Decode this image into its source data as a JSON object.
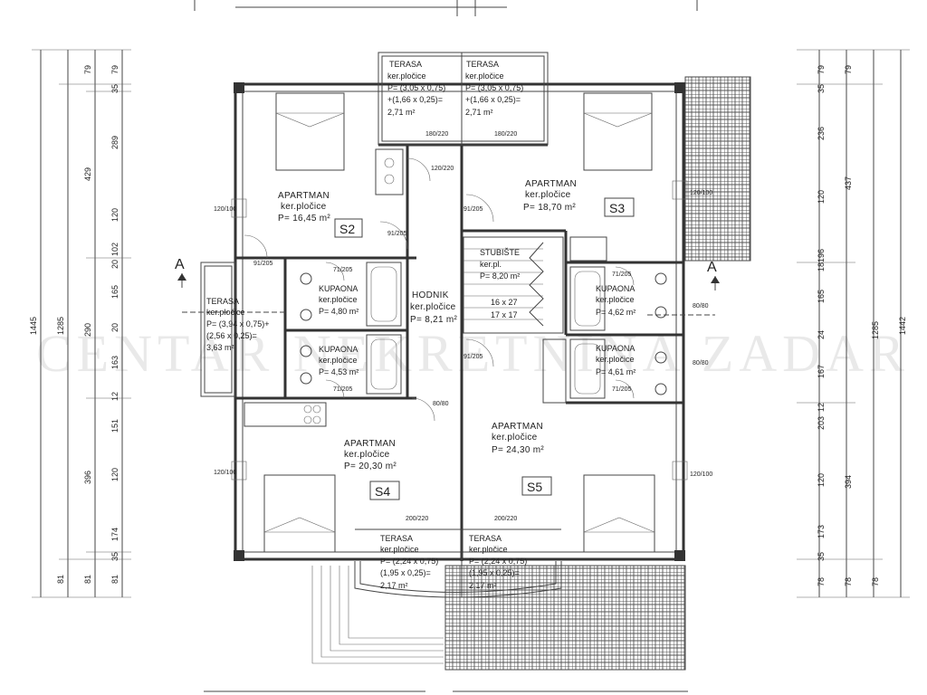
{
  "watermark": "CENTAR NEKRETNINA ZADAR",
  "section_marker": "A",
  "rooms": {
    "s2": {
      "title": "APARTMAN",
      "finish": "ker.pločice",
      "area": "P= 16,45 m²",
      "code": "S2"
    },
    "s3": {
      "title": "APARTMAN",
      "finish": "ker.pločice",
      "area": "P= 18,70 m²",
      "code": "S3"
    },
    "s4": {
      "title": "APARTMAN",
      "finish": "ker.pločice",
      "area": "P= 20,30 m²",
      "code": "S4"
    },
    "s5": {
      "title": "APARTMAN",
      "finish": "ker.pločice",
      "area": "P= 24,30 m²",
      "code": "S5"
    },
    "hall": {
      "title": "HODNIK",
      "finish": "ker.pločice",
      "area": "P= 8,21 m²"
    },
    "stairs": {
      "title": "STUBIŠTE",
      "finish": "ker.pl.",
      "area": "P= 8,20 m²",
      "steps1": "16 x 27",
      "steps2": "17 x 17"
    },
    "bath_nw": {
      "title": "KUPAONA",
      "finish": "ker.pločice",
      "area": "P= 4,80 m²"
    },
    "bath_sw": {
      "title": "KUPAONA",
      "finish": "ker.pločice",
      "area": "P= 4,53 m²"
    },
    "bath_ne": {
      "title": "KUPAONA",
      "finish": "ker.pločice",
      "area": "P= 4,62 m²"
    },
    "bath_se": {
      "title": "KUPAONA",
      "finish": "ker.pločice",
      "area": "P= 4,61 m²"
    },
    "terrace_nl": {
      "title": "TERASA",
      "finish": "ker.pločice",
      "formula1": "P= (3,05 x 0,75)",
      "formula2": "+(1,66 x 0,25)=",
      "area": "2,71 m²"
    },
    "terrace_nr": {
      "title": "TERASA",
      "finish": "ker.pločice",
      "formula1": "P= (3,05 x 0,75)",
      "formula2": "+(1,66 x 0,25)=",
      "area": "2,71 m²"
    },
    "terrace_w": {
      "title": "TERASA",
      "finish": "ker.pločice",
      "formula1": "P= (3,94 x 0,75)+",
      "formula2": "(2,56 x 0,25)=",
      "area": "3,63 m²"
    },
    "terrace_sl": {
      "title": "TERASA",
      "finish": "ker.pločice",
      "formula1": "P= (2,24 x 0,75)",
      "formula2": "(1,95 x 0,25)=",
      "area": "2,17 m²"
    },
    "terrace_sr": {
      "title": "TERASA",
      "finish": "ker.pločice",
      "formula1": "P= (2,24 x 0,75)",
      "formula2": "(1,95 x 0,25)=",
      "area": "2,17 m²"
    }
  },
  "window_tags": {
    "w1": "120/100",
    "w2": "120/100",
    "w3": "120/100",
    "w4": "120/100",
    "d1": "91/205",
    "d2": "91/205",
    "d3": "91/205",
    "d4": "91/205",
    "d5": "71/205",
    "d6": "71/205",
    "d7": "71/205",
    "d8": "71/205",
    "t1": "180/220",
    "t2": "180/220",
    "t3": "120/220",
    "t4": "200/220",
    "t5": "200/220",
    "v1": "80/80",
    "v2": "80/80",
    "v3": "80/80"
  },
  "dims_left_outer": {
    "total": "1445"
  },
  "dims_left_mid": {
    "a": "1285",
    "b": "429",
    "c": "290",
    "d": "396"
  },
  "dims_left_inner": [
    "79",
    "35",
    "289",
    "120",
    "102",
    "20",
    "165",
    "20",
    "163",
    "12",
    "151",
    "120",
    "174",
    "35",
    "81"
  ],
  "dims_left_edge": [
    "79",
    "81",
    "81"
  ],
  "dims_right_outer": {
    "total": "1442"
  },
  "dims_right_mid": {
    "a": "1285",
    "b": "437",
    "c": "394"
  },
  "dims_right_inner": [
    "79",
    "35",
    "236",
    "120",
    "196",
    "18",
    "165",
    "24",
    "167",
    "12",
    "203",
    "120",
    "173",
    "35",
    "78"
  ],
  "dims_right_edge": [
    "79",
    "78",
    "78"
  ]
}
